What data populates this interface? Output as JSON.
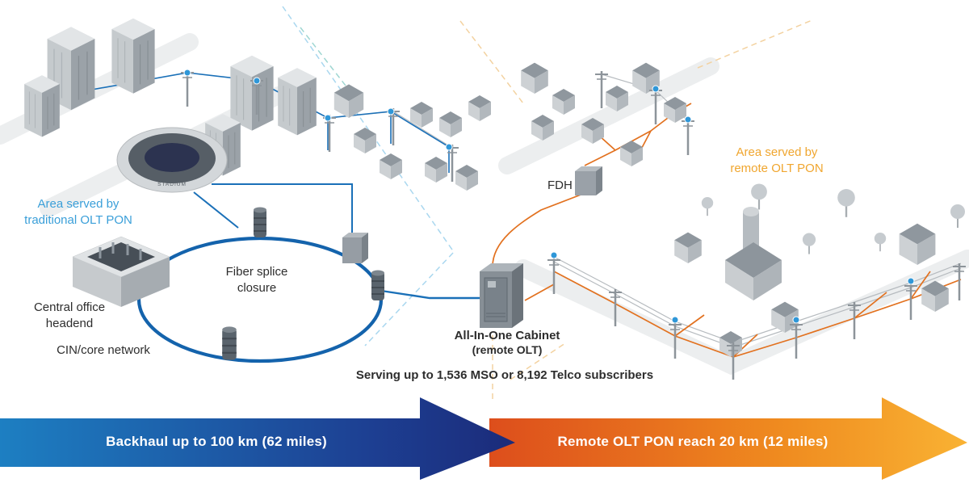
{
  "labels": {
    "area_traditional": "Area served by\ntraditional OLT PON",
    "fiber_splice_closure": "Fiber splice\nclosure",
    "central_office": "Central office\nheadend",
    "cin_core": "CIN/core network",
    "fdh": "FDH",
    "area_remote": "Area served by\nremote OLT PON",
    "cabinet_line1": "All-In-One Cabinet",
    "cabinet_line2": "(remote OLT)",
    "cabinet_capacity": "Serving up to 1,536 MSO or 8,192 Telco subscribers",
    "stadium_sign": "STADIUM"
  },
  "arrows": {
    "backhaul": {
      "label": "Backhaul up to 100 km (62 miles)"
    },
    "remote_reach": {
      "label": "Remote OLT PON reach 20 km (12 miles)"
    }
  },
  "colors": {
    "traditional_label": "#3a9fd9",
    "remote_label": "#f0a62f",
    "fiber_blue": "#1a70b8",
    "fiber_orange": "#e2711f",
    "backhaul_gradient_start": "#1d7fc2",
    "backhaul_gradient_end": "#1b2b7a",
    "remote_gradient_start": "#dd4e1c",
    "remote_gradient_end": "#f9b233"
  }
}
